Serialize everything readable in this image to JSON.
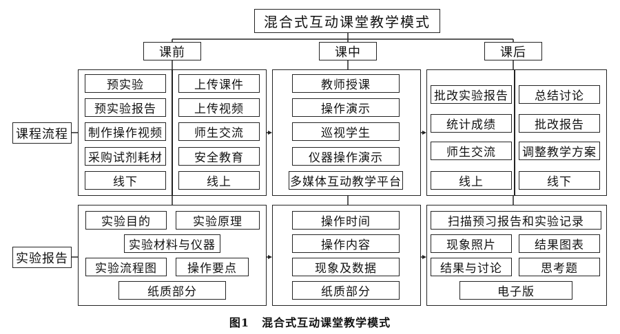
{
  "title": "混合式互动课堂教学模式",
  "phases": {
    "before": "课前",
    "during": "课中",
    "after": "课后"
  },
  "row_labels": {
    "process": "课程流程",
    "report": "实验报告"
  },
  "process": {
    "before_left": [
      "预实验",
      "预实验报告",
      "制作操作视频",
      "采购试剂耗材",
      "线下"
    ],
    "before_right": [
      "上传课件",
      "上传视频",
      "师生交流",
      "安全教育",
      "线上"
    ],
    "during": [
      "教师授课",
      "操作演示",
      "巡视学生",
      "仪器操作演示",
      "多媒体互动教学平台"
    ],
    "after_left": [
      "批改实验报告",
      "统计成绩",
      "师生交流",
      "线上"
    ],
    "after_right": [
      "总结讨论",
      "批改报告",
      "调整教学方案",
      "线下"
    ]
  },
  "report": {
    "before": {
      "purpose": "实验目的",
      "principle": "实验原理",
      "materials": "实验材料与仪器",
      "flowchart": "实验流程图",
      "key_points": "操作要点",
      "paper": "纸质部分"
    },
    "during": [
      "操作时间",
      "操作内容",
      "现象及数据",
      "纸质部分"
    ],
    "after": {
      "scan": "扫描预习报告和实验记录",
      "photos": "现象照片",
      "charts": "结果图表",
      "discussion": "结果与讨论",
      "questions": "思考题",
      "electronic": "电子版"
    }
  },
  "caption": {
    "number": "图1",
    "text": "混合式互动课堂教学模式"
  }
}
